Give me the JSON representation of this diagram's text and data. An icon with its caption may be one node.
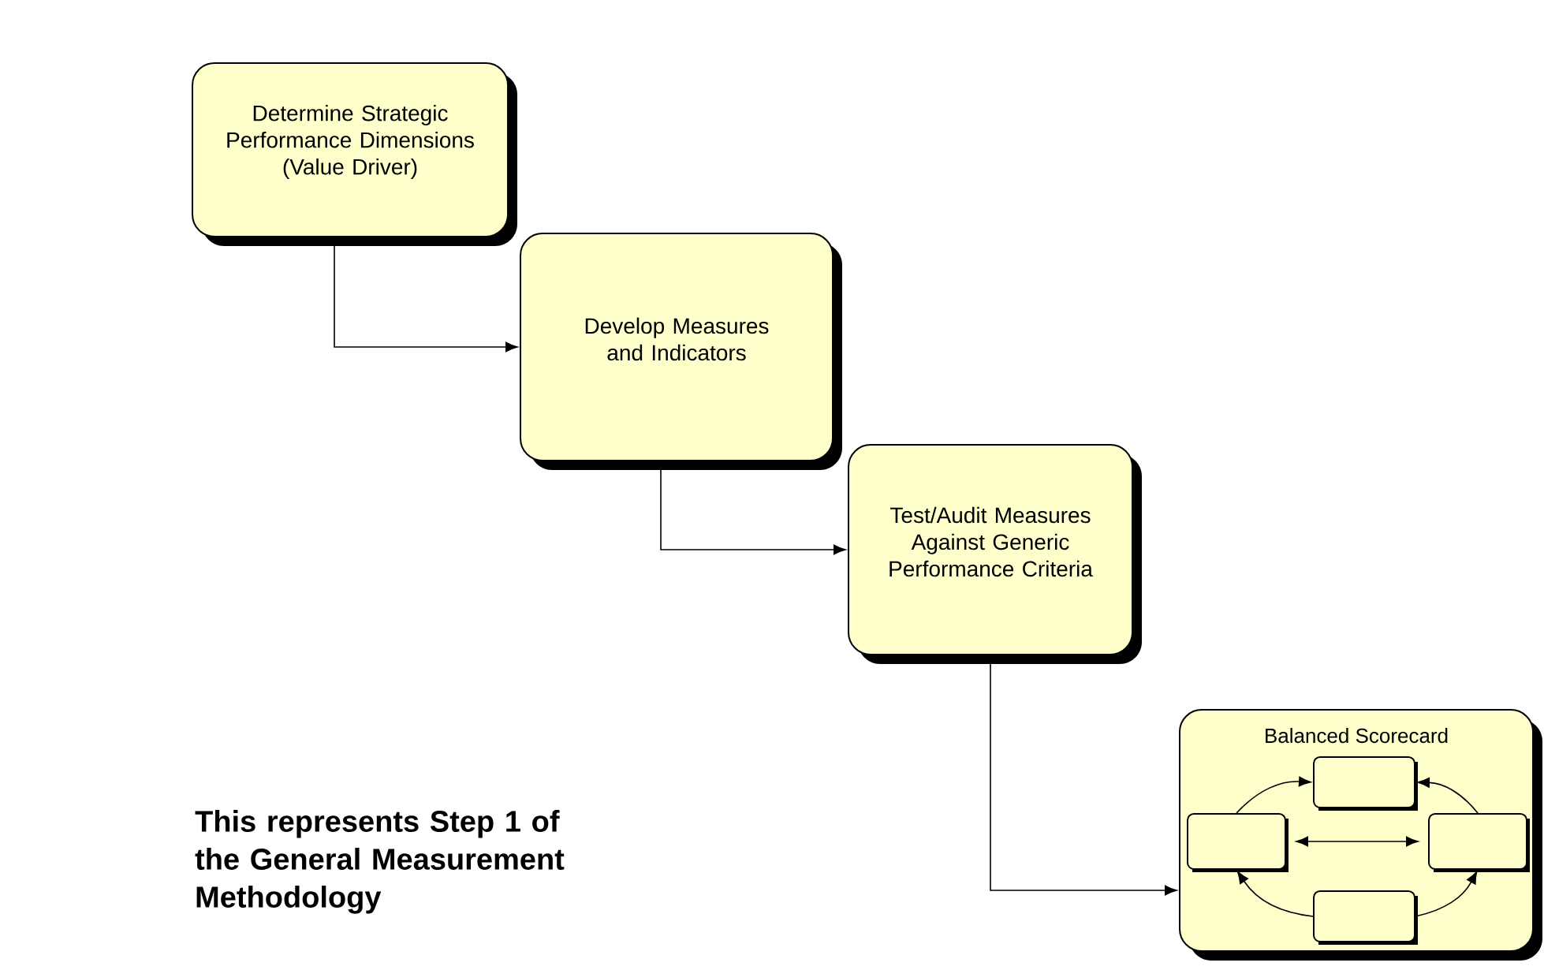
{
  "diagram": {
    "nodes": [
      {
        "text": [
          "Determine Strategic Performance Dimensions (Value Driver)"
        ]
      },
      {
        "text": [
          "Develop Measures and Indicators"
        ]
      },
      {
        "text": [
          "Test/Audit Measures Against Generic Performance Criteria"
        ]
      },
      {
        "text": [
          "Balanced Scorecard"
        ]
      },
      {
        "text": [],
        "shape": "box",
        "in": 3
      },
      {
        "text": [],
        "shape": "box",
        "in": 3
      },
      {
        "text": [],
        "shape": "box",
        "in": 3
      },
      {
        "text": [],
        "shape": "box",
        "in": 3
      }
    ],
    "edges": [
      {
        "from": 0,
        "to": 1,
        "arrow": "to"
      },
      {
        "from": 1,
        "to": 2,
        "arrow": "to"
      },
      {
        "from": 2,
        "to": 3,
        "arrow": "to"
      },
      {
        "from": 5,
        "to": 4,
        "arrow": "to"
      },
      {
        "from": 6,
        "to": 4,
        "arrow": "to"
      },
      {
        "from": 5,
        "to": 6,
        "arrow": "both"
      },
      {
        "from": 7,
        "to": 5,
        "arrow": "to"
      },
      {
        "from": 7,
        "to": 6,
        "arrow": "to"
      }
    ],
    "labels": [
      "This represents Step 1 of the General Measurement Methodology"
    ]
  }
}
